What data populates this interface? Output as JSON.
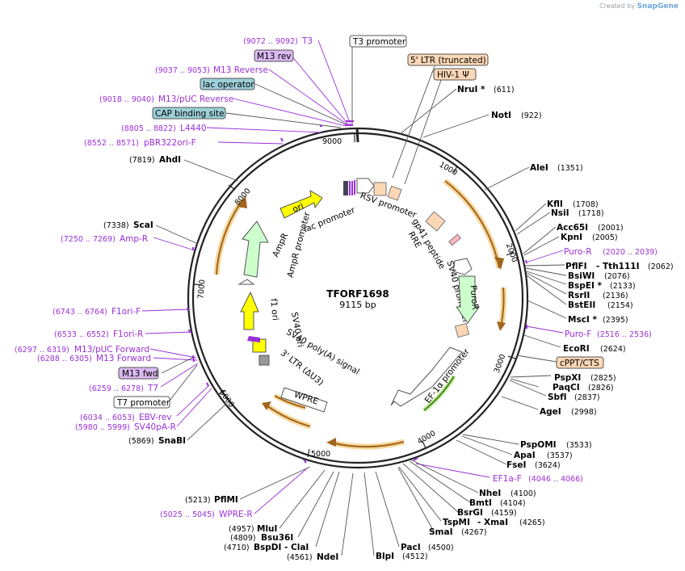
{
  "credit": {
    "prefix": "Created by",
    "brand": "SnapGene"
  },
  "plasmid": {
    "name": "TFORF1698",
    "length_label": "9115 bp"
  },
  "ticks": [
    "9000",
    "1000",
    "2000",
    "3000",
    "4000",
    "5000",
    "6000",
    "7000",
    "8000"
  ],
  "enzymes": [
    {
      "name": "NruI *",
      "pos": "(611)"
    },
    {
      "name": "NotI",
      "pos": "(922)"
    },
    {
      "name": "AleI",
      "pos": "(1351)"
    },
    {
      "name": "KflI",
      "pos": "(1708)"
    },
    {
      "name": "NsiI",
      "pos": "(1718)"
    },
    {
      "name": "Acc65I",
      "pos": "(2001)"
    },
    {
      "name": "KpnI",
      "pos": "(2005)"
    },
    {
      "name": "PflFI",
      "pos": ""
    },
    {
      "name": "- Tth111I",
      "pos": "(2062)"
    },
    {
      "name": "BsiWI",
      "pos": "(2076)"
    },
    {
      "name": "BspEI *",
      "pos": "(2133)"
    },
    {
      "name": "RsrII",
      "pos": "(2136)"
    },
    {
      "name": "BstEII",
      "pos": "(2154)"
    },
    {
      "name": "MscI *",
      "pos": "(2395)"
    },
    {
      "name": "EcoRI",
      "pos": "(2624)"
    },
    {
      "name": "PspXI",
      "pos": "(2825)"
    },
    {
      "name": "PaqCI",
      "pos": "(2826)"
    },
    {
      "name": "SbfI",
      "pos": "(2837)"
    },
    {
      "name": "AgeI",
      "pos": "(2998)"
    },
    {
      "name": "PspOMI",
      "pos": "(3533)"
    },
    {
      "name": "ApaI",
      "pos": "(3537)"
    },
    {
      "name": "FseI",
      "pos": "(3624)"
    },
    {
      "name": "NheI",
      "pos": "(4100)"
    },
    {
      "name": "BmtI",
      "pos": "(4104)"
    },
    {
      "name": "BsrGI",
      "pos": "(4159)"
    },
    {
      "name": "TspMI",
      "pos": ""
    },
    {
      "name": "- XmaI",
      "pos": "(4265)"
    },
    {
      "name": "SmaI",
      "pos": "(4267)"
    },
    {
      "name": "PacI",
      "pos": "(4500)"
    },
    {
      "name": "BlpI",
      "pos": "(4512)"
    },
    {
      "name": "NdeI",
      "pos": "(4561)"
    },
    {
      "name": "BspDI",
      "pos": "(4710)"
    },
    {
      "name": "- ClaI",
      "pos": ""
    },
    {
      "name": "Bsu36I",
      "pos": "(4809)"
    },
    {
      "name": "MluI",
      "pos": "(4957)"
    },
    {
      "name": "PflMI",
      "pos": "(5213)"
    },
    {
      "name": "SnaBI",
      "pos": "(5869)"
    },
    {
      "name": "ScaI",
      "pos": "(7338)"
    },
    {
      "name": "AhdI",
      "pos": "(7819)"
    }
  ],
  "primers": [
    {
      "name": "T3",
      "pos": "(9072 .. 9092)"
    },
    {
      "name": "M13 Reverse",
      "pos": "(9037 .. 9053)"
    },
    {
      "name": "M13/pUC Reverse",
      "pos": "(9018 .. 9040)"
    },
    {
      "name": "L4440",
      "pos": "(8805 .. 8822)"
    },
    {
      "name": "pBR322ori-F",
      "pos": "(8552 .. 8571)"
    },
    {
      "name": "Amp-R",
      "pos": "(7250 .. 7269)"
    },
    {
      "name": "F1ori-F",
      "pos": "(6743 .. 6764)"
    },
    {
      "name": "F1ori-R",
      "pos": "(6533 .. 6552)"
    },
    {
      "name": "M13/pUC Forward",
      "pos": "(6297 .. 6319)"
    },
    {
      "name": "M13 Forward",
      "pos": "(6288 .. 6305)"
    },
    {
      "name": "T7",
      "pos": "(6259 .. 6278)"
    },
    {
      "name": "EBV-rev",
      "pos": "(6034 .. 6053)"
    },
    {
      "name": "SV40pA-R",
      "pos": "(5980 .. 5999)"
    },
    {
      "name": "Puro-R",
      "pos": "(2020 .. 2039)"
    },
    {
      "name": "Puro-F",
      "pos": "(2516 .. 2536)"
    },
    {
      "name": "EF1a-F",
      "pos": "(4046 .. 4066)"
    },
    {
      "name": "WPRE-R",
      "pos": "(5025 .. 5045)"
    }
  ],
  "boxed_labels": [
    {
      "text": "T3 promoter",
      "color": "#ffffff"
    },
    {
      "text": "M13 rev",
      "color": "#d9b8f0"
    },
    {
      "text": "lac operator",
      "color": "#9ccfd9"
    },
    {
      "text": "CAP binding site",
      "color": "#9ccfd9"
    },
    {
      "text": "5' LTR (truncated)",
      "color": "#fbd7b5"
    },
    {
      "text": "HIV-1 Ψ",
      "color": "#fbd7b5"
    },
    {
      "text": "cPPT/CTS",
      "color": "#fbd7b5"
    },
    {
      "text": "M13 fwd",
      "color": "#d9b8f0"
    },
    {
      "text": "T7 promoter",
      "color": "#ffffff"
    }
  ],
  "features": [
    {
      "name": "RSV promoter",
      "color": "#fbd7b5"
    },
    {
      "name": "RRE",
      "color": "#fbd7b5"
    },
    {
      "name": "gp41 peptide",
      "color": "#fbd7b5"
    },
    {
      "name": "SV40 promoter",
      "color": "#ffffff"
    },
    {
      "name": "PuroR",
      "color": "#ccffcc"
    },
    {
      "name": "EF-1α promoter",
      "color": "#ffffff"
    },
    {
      "name": "WPRE",
      "color": "#ffffff"
    },
    {
      "name": "3' LTR (ΔU3)",
      "color": "#fbd7b5"
    },
    {
      "name": "SV40 poly(A) signal",
      "color": "#ffffff"
    },
    {
      "name": "SV40 ori",
      "color": "#ffffff"
    },
    {
      "name": "f1 ori",
      "color": "#ffff00"
    },
    {
      "name": "AmpR promoter",
      "color": "#ffffff"
    },
    {
      "name": "AmpR",
      "color": "#ccffcc"
    },
    {
      "name": "ori",
      "color": "#ffff00"
    },
    {
      "name": "lac promoter",
      "color": "#ffffff"
    }
  ],
  "colors": {
    "backbone": "#222222",
    "orf": "#e6a532",
    "primer": "#9b30d9"
  }
}
